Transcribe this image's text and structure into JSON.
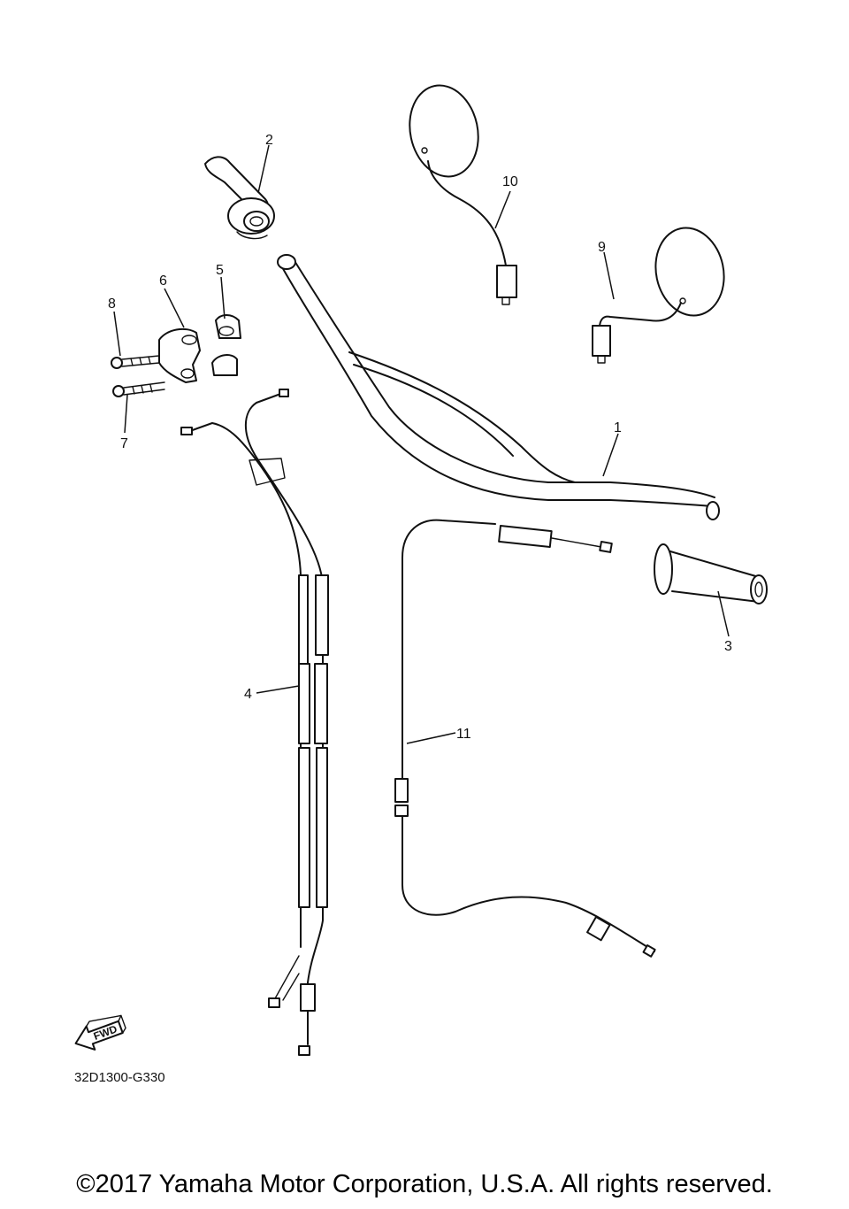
{
  "diagram": {
    "callouts": {
      "p1": "1",
      "p2": "2",
      "p3": "3",
      "p4": "4",
      "p5": "5",
      "p6": "6",
      "p7": "7",
      "p8": "8",
      "p9": "9",
      "p10": "10",
      "p11": "11"
    },
    "drawing_code": "32D1300-G330",
    "fwd_label": "FWD",
    "icons": {
      "direction_arrow": "fwd-arrow-icon"
    }
  },
  "footer": {
    "copyright": "©2017 Yamaha Motor Corporation, U.S.A. All rights reserved."
  }
}
